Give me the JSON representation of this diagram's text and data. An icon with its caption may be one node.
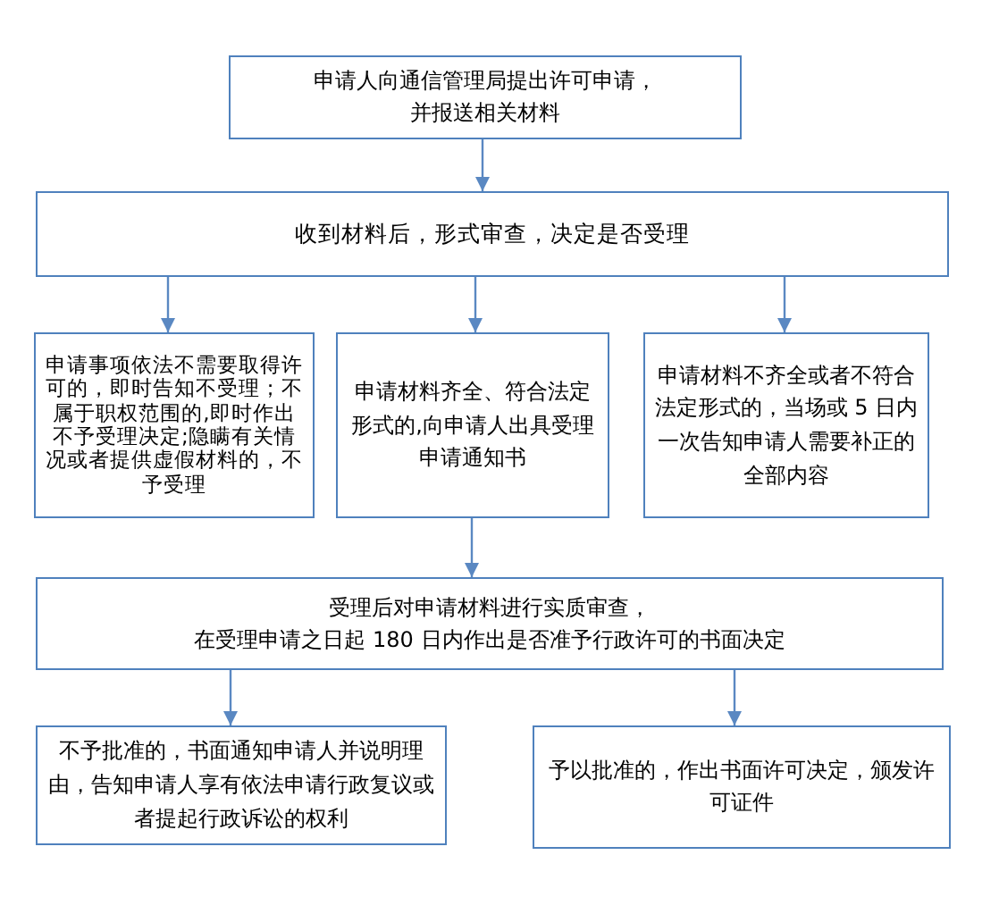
{
  "diagram": {
    "nodes": [
      {
        "text": [
          "申请人向通信管理局提出许可申请，",
          "并报送相关材料"
        ]
      },
      {
        "text": [
          "收到材料后，形式审查，决定是否受理"
        ]
      },
      {
        "text": [
          "申请事项依法不需要取得许可的，即时告知不受理；不属于职权范围的,即时作出不予受理决定;隐瞒有关情况或者提供虚假材料的，不予受理"
        ]
      },
      {
        "text": [
          "申请材料齐全、符合法定形式的,向申请人出具受理申请通知书"
        ]
      },
      {
        "text": [
          "申请材料不齐全或者不符合法定形式的，当场或 5 日内一次告知申请人需要补正的全部内容"
        ]
      },
      {
        "text": [
          "受理后对申请材料进行实质审查，",
          "在受理申请之日起 180 日内作出是否准予行政许可的书面决定"
        ]
      },
      {
        "text": [
          "不予批准的，书面通知申请人并说明理由，告知申请人享有依法申请行政复议或者提起行政诉讼的权利"
        ]
      },
      {
        "text": [
          "予以批准的，作出书面许可决定，颁发许可证件"
        ]
      }
    ],
    "edges": [
      {
        "from": 0,
        "to": 1,
        "arrow": "to"
      },
      {
        "from": 1,
        "to": 2,
        "arrow": "to"
      },
      {
        "from": 1,
        "to": 3,
        "arrow": "to"
      },
      {
        "from": 1,
        "to": 4,
        "arrow": "to"
      },
      {
        "from": 3,
        "to": 5,
        "arrow": "to"
      },
      {
        "from": 5,
        "to": 6,
        "arrow": "to"
      },
      {
        "from": 5,
        "to": 7,
        "arrow": "to"
      }
    ]
  }
}
